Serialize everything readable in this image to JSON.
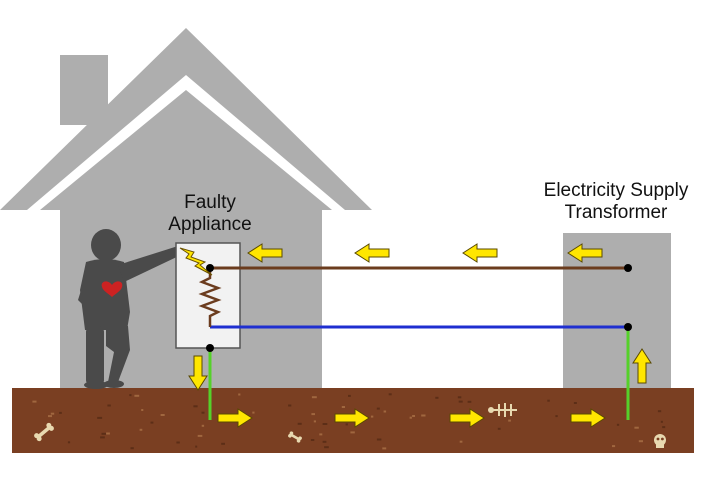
{
  "labels": {
    "faulty_line1": "Faulty",
    "faulty_line2": "Appliance",
    "transformer_line1": "Electricity Supply",
    "transformer_line2": "Transformer"
  },
  "colors": {
    "house": "#aeaeae",
    "ground": "#7a3f22",
    "live_wire": "#6b3c1e",
    "neutral_wire": "#1f2fd0",
    "earth_wire": "#55d12a",
    "current_arrow": "#ffe600",
    "arrow_outline": "#5a4a00",
    "person": "#4a4a4a",
    "heart": "#cc2222",
    "appliance_box": "#f2f2f2",
    "spark": "#ffe600",
    "bone": "#e8d9b0"
  },
  "icons": {
    "person": "person-icon",
    "heart": "heart-icon",
    "spark": "lightning-spark-icon",
    "resistor": "resistor-icon",
    "arrow": "current-arrow-icon",
    "bone": "bone-icon"
  }
}
